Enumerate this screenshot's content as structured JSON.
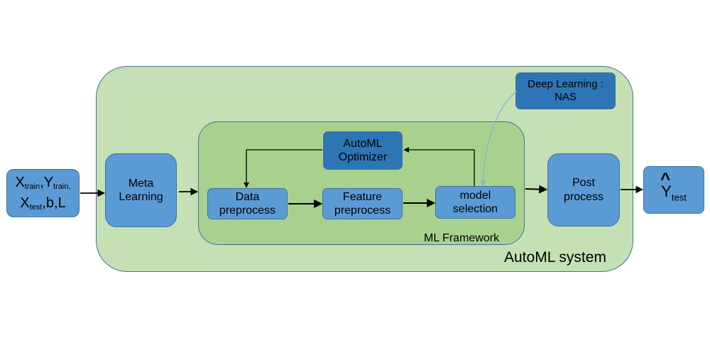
{
  "system_label": "AutoML system",
  "framework_label": "ML Framework",
  "input": {
    "line1": [
      {
        "base": "X",
        "sub": "train"
      },
      {
        "base": ",Y",
        "sub": "train,"
      }
    ],
    "line2_base": "X",
    "line2_sub": "test",
    "line2_rest": ",b,L"
  },
  "nodes": {
    "meta": {
      "line1": "Meta",
      "line2": "Learning"
    },
    "optimizer": {
      "line1": "AutoML",
      "line2": "Optimizer"
    },
    "data_pre": {
      "line1": "Data",
      "line2": "preprocess"
    },
    "feature_pre": {
      "line1": "Feature",
      "line2": "preprocess"
    },
    "model_sel": {
      "line1": "model",
      "line2": "selection"
    },
    "nas": {
      "line1": "Deep Learning :",
      "line2": "NAS"
    },
    "post": {
      "line1": "Post",
      "line2": "process"
    }
  },
  "output": {
    "hat": "^",
    "base": "Y",
    "sub": "test"
  }
}
